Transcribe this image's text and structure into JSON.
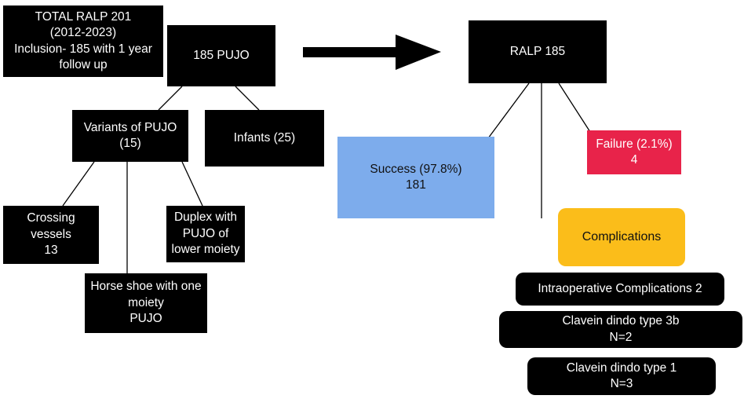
{
  "colors": {
    "box_fill": "#000000",
    "box_text": "#ffffff",
    "line": "#000000",
    "success_fill": "#7dacec",
    "failure_fill": "#e8234a",
    "complications_fill": "#fbbd1a"
  },
  "nodes": {
    "total": "TOTAL RALP 201\n(2012-2023)\nInclusion- 185 with 1 year\nfollow up",
    "pujo": "185 PUJO",
    "variants": "Variants of PUJO\n(15)",
    "infants": "Infants  (25)",
    "crossing": "Crossing\nvessels\n13",
    "horseshoe": "Horse shoe with one\nmoiety\nPUJO",
    "duplex": "Duplex with\nPUJO of\nlower moiety",
    "ralp": "RALP 185",
    "success": "Success (97.8%)\n181",
    "failure": "Failure (2.1%)\n4",
    "complications": "Complications",
    "intraop": "Intraoperative Complications 2",
    "cd3b": "Clavein dindo type 3b\nN=2",
    "cd1": "Clavein dindo type 1\nN=3"
  },
  "arrow_icon": "right-arrow-icon"
}
